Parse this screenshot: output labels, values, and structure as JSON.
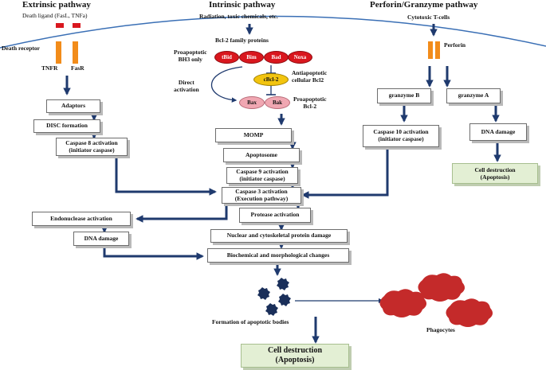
{
  "headers": {
    "extrinsic": "Extrinsic pathway",
    "intrinsic": "Intrinsic pathway",
    "perforin": "Perforin/Granzyme pathway"
  },
  "extrinsic": {
    "ligand": "Death ligand (FasL, TNFa)",
    "receptor": "Death receptor",
    "tnfr": "TNFR",
    "fasr": "FasR",
    "adaptors": "Adaptors",
    "disc": "DISC formation",
    "casp8_l1": "Caspase 8 activation",
    "casp8_l2": "(initiator caspase)",
    "endonuclease": "Endonuclease activation",
    "dna_damage": "DNA damage"
  },
  "intrinsic": {
    "stimuli": "Radiation, toxic chemicals, etc.",
    "bcl2_family": "Bcl-2 family proteins",
    "bh3_l1": "Proapoptotic",
    "bh3_l2": "BH3 only",
    "tbid": "tBid",
    "bim": "Bim",
    "bad": "Bad",
    "noxa": "Noxa",
    "cbcl2": "cBcl-2",
    "anti_l1": "Antiapoptotic",
    "anti_l2": "cellular Bcl2",
    "direct_l1": "Direct",
    "direct_l2": "activation",
    "bax": "Bax",
    "bak": "Bak",
    "pro_l1": "Proapoptotic",
    "pro_l2": "Bcl-2",
    "momp": "MOMP",
    "apoptosome": "Apoptosome",
    "casp9_l1": "Caspase 9 activation",
    "casp9_l2": "(initiator caspase)",
    "casp3_l1": "Caspase 3 activation",
    "casp3_l2": "(Execution pathway)",
    "protease": "Protease activation",
    "nuclear": "Nuclear and cytoskeletal protein damage",
    "biochem": "Biochemical and morphological changes"
  },
  "perforin": {
    "tcells": "Cytotoxic T-cells",
    "perforin": "Perforin",
    "granzyme_b": "granzyme B",
    "granzyme_a": "granzyme A",
    "casp10_l1": "Caspase 10 activation",
    "casp10_l2": "(initiator caspase)",
    "dna_damage": "DNA damage",
    "destruction_l1": "Cell destruction",
    "destruction_l2": "(Apoptosis)"
  },
  "final": {
    "bodies": "Formation of apoptotic bodies",
    "phagocytes": "Phagocytes",
    "destruction_l1": "Cell destruction",
    "destruction_l2": "(Apoptosis)"
  },
  "colors": {
    "arrow": "#1f3a6e",
    "membrane": "#3a6fb5",
    "receptor": "#f28c1a",
    "ligand": "#d9171e",
    "tbid": "#d9171e",
    "bax": "#f0a7b2",
    "cbcl2": "#f2c40f",
    "green_box": "#e3efd4",
    "phagocyte": "#c42a2a",
    "apoptotic_body": "#1a2f5a"
  }
}
